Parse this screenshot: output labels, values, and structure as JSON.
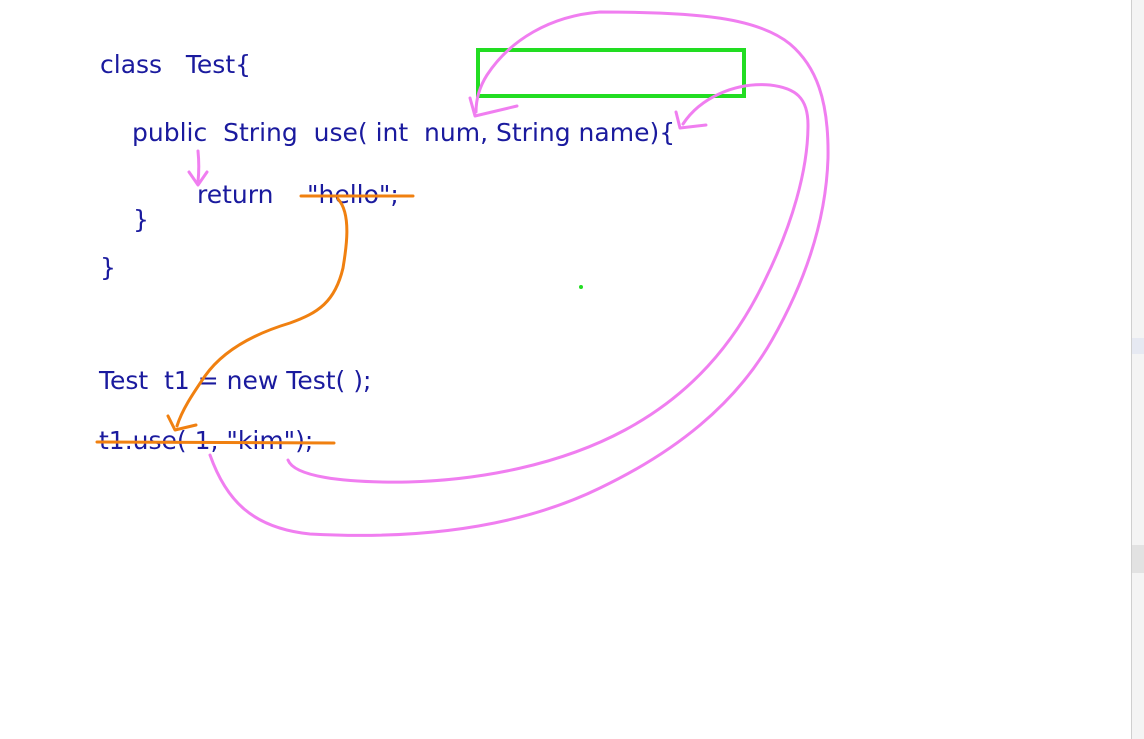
{
  "code": {
    "line1": "class   Test{",
    "line2": "public  String  use( int  num, String name){",
    "line3_keyword": "return",
    "line3_value": "\"hello\";",
    "line4": "}",
    "line5": "}",
    "line6": "Test  t1 = new Test( );",
    "line7": "t1.use( 1, \"kim\");"
  },
  "colors": {
    "code_text": "#1a1a9e",
    "pink_ink": "#f07ef0",
    "orange_ink": "#f08010",
    "green_ink": "#22dd22"
  }
}
